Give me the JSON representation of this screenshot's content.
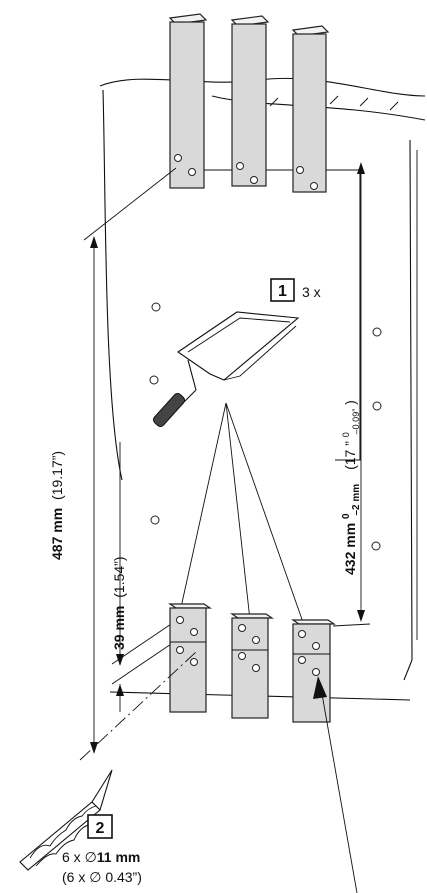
{
  "step1": {
    "number": "1",
    "qty": "3 x"
  },
  "step2": {
    "number": "2",
    "qty_prefix": "6 x ∅",
    "qty_bold": "11 mm",
    "qty_imperial": "(6 x ∅ 0.43”)"
  },
  "dim_487": {
    "value": "487 mm",
    "imperial": "(19.17”)"
  },
  "dim_39": {
    "value": "39 mm",
    "imperial": "(1.54”)"
  },
  "dim_432": {
    "value": "432 mm",
    "tol_upper": "0",
    "tol_lower": "–2 mm",
    "imperial_open": "(17 ”",
    "imperial_tol_upper": "0",
    "imperial_tol_lower": "–0.09”",
    "imperial_close": ")"
  }
}
